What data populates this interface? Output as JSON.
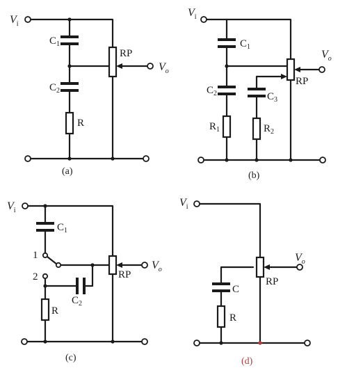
{
  "accent_colors": {
    "wire": "#1a1a1a",
    "caption_d": "#b04040"
  },
  "labels": {
    "vi": "V",
    "vi_sub": "i",
    "vo": "V",
    "vo_sub": "o",
    "rp": "RP",
    "c1": "C",
    "c1_sub": "1",
    "c2": "C",
    "c2_sub": "2",
    "c3": "C",
    "c3_sub": "3",
    "c": "C",
    "r": "R",
    "r1": "R",
    "r1_sub": "1",
    "r2": "R",
    "r2_sub": "2",
    "switch_pos_1": "1",
    "switch_pos_2": "2"
  },
  "captions": {
    "a": "(a)",
    "b": "(b)",
    "c": "(c)",
    "d": "(d)"
  }
}
